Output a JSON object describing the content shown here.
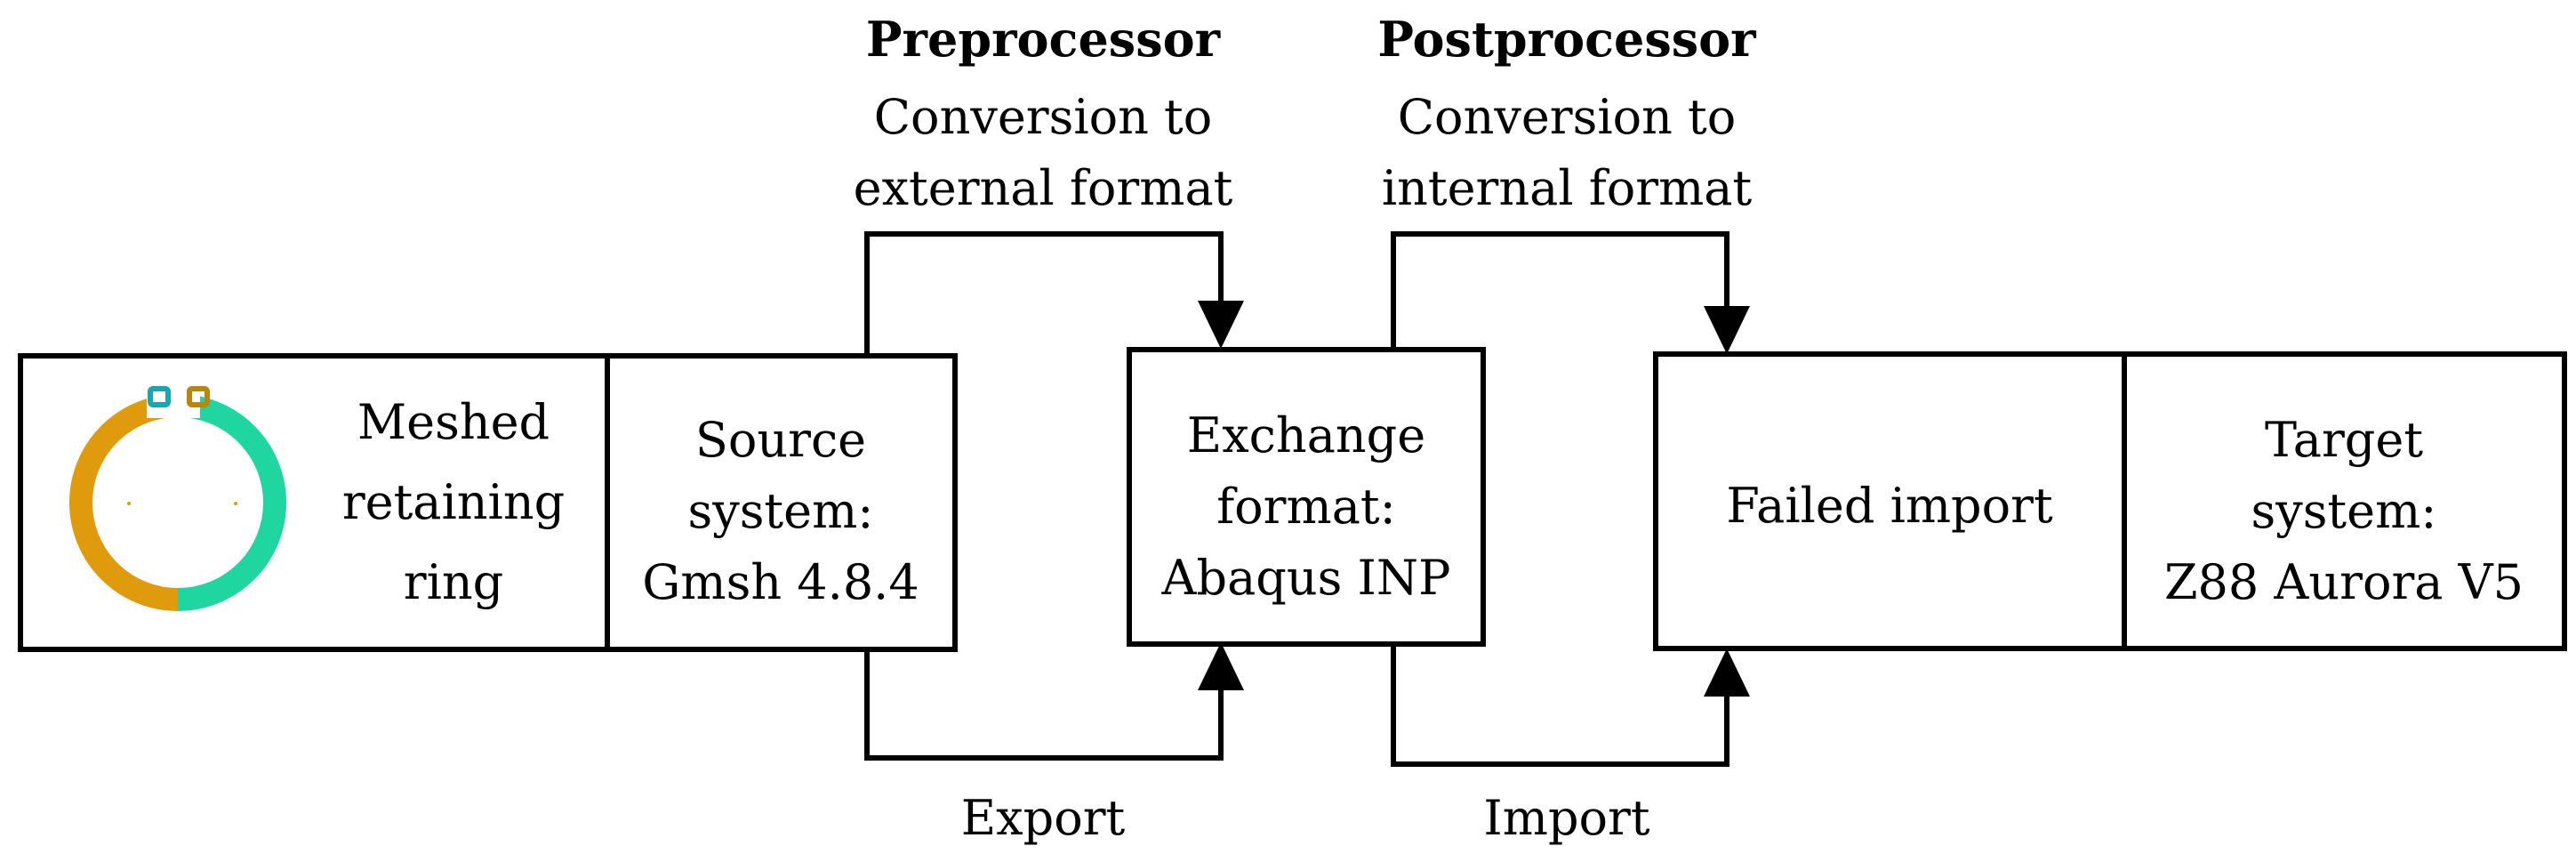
{
  "preprocessor": {
    "title": "Preprocessor",
    "line1": "Conversion to",
    "line2": "external format"
  },
  "postprocessor": {
    "title": "Postprocessor",
    "line1": "Conversion to",
    "line2": "internal format"
  },
  "boxes": {
    "ring": {
      "line1": "Meshed",
      "line2": "retaining",
      "line3": "ring"
    },
    "source": {
      "line1": "Source",
      "line2": "system:",
      "line3": "Gmsh 4.8.4"
    },
    "exchange": {
      "line1": "Exchange",
      "line2": "format:",
      "line3": "Abaqus INP"
    },
    "failed": {
      "line1": "Failed import"
    },
    "target": {
      "line1": "Target",
      "line2": "system:",
      "line3": "Z88 Aurora V5"
    }
  },
  "arrows": {
    "export_label": "Export",
    "import_label": "Import"
  },
  "colors": {
    "ring_orange": "#e09b0c",
    "ring_green": "#1fd6a0",
    "ring_teal_end": "#1aa6b0",
    "ring_brown_end": "#b8860b"
  }
}
